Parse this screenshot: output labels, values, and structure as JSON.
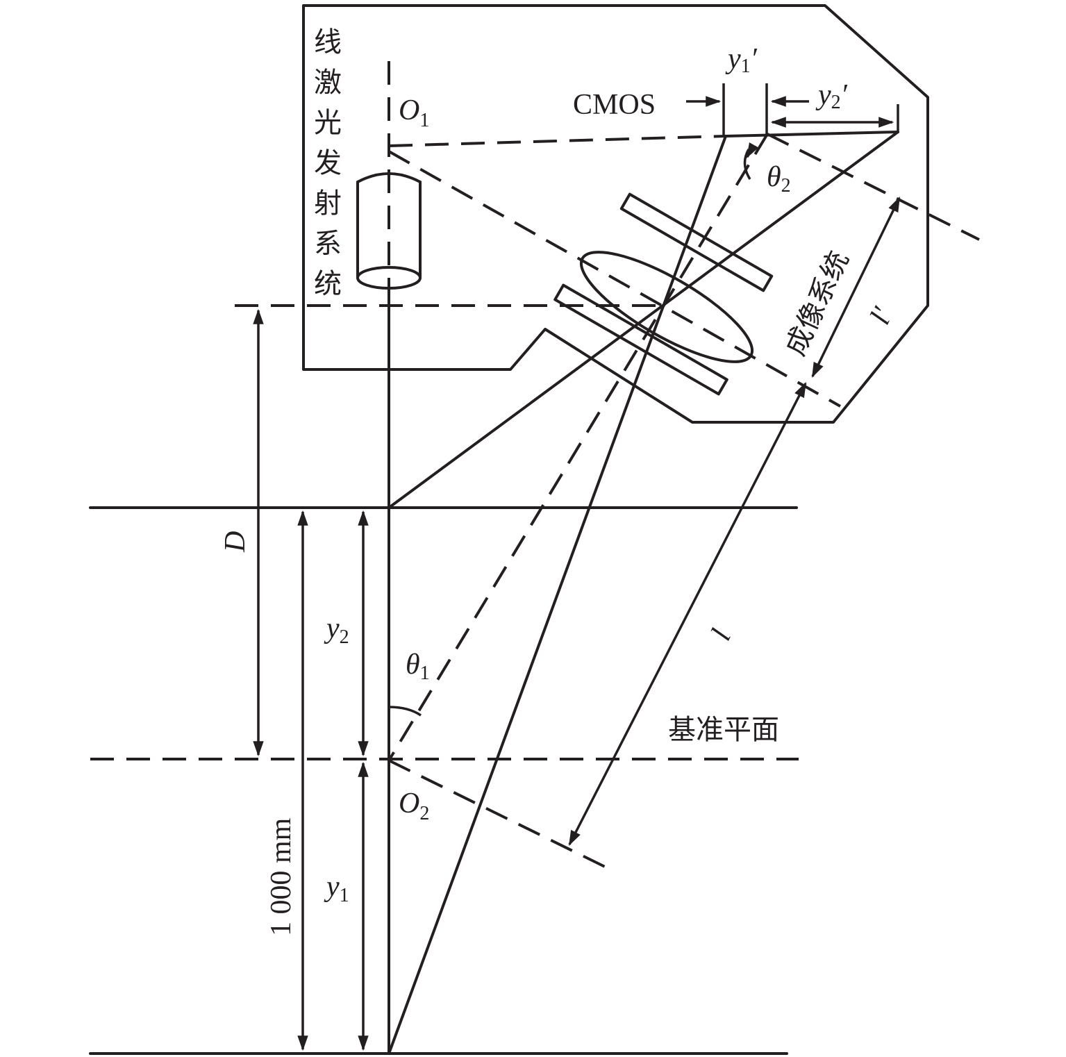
{
  "labels": {
    "laser_system": [
      "线",
      "激",
      "光",
      "发",
      "射",
      "系",
      "统"
    ],
    "imaging_system": "成像系统",
    "reference_plane": "基准平面",
    "cmos": "CMOS",
    "o1": "O",
    "o1_sub": "1",
    "o2": "O",
    "o2_sub": "2",
    "y1_prime": "y",
    "y1_prime_sub": "1",
    "y1_prime_mark": "′",
    "y2_prime": "y",
    "y2_prime_sub": "2",
    "y2_prime_mark": "′",
    "theta1": "θ",
    "theta1_sub": "1",
    "theta2": "θ",
    "theta2_sub": "2",
    "l_prime": "l′",
    "l": "l",
    "D": "D",
    "y2": "y",
    "y2_sub": "2",
    "y1": "y",
    "y1_sub": "1",
    "distance": "1 000 mm"
  }
}
